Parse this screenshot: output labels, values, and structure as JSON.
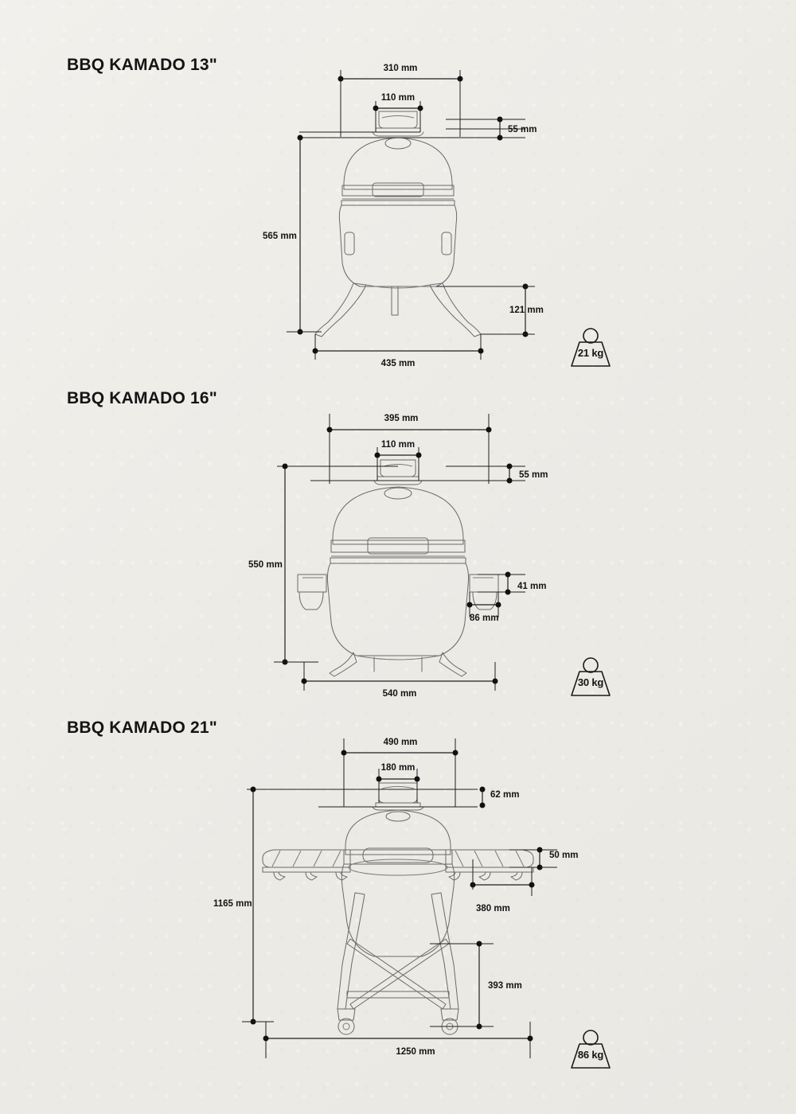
{
  "page": {
    "background_color": "#efede9",
    "line_color": "#2b2b2b",
    "drawing_color": "#5c5c5c"
  },
  "models": [
    {
      "id": "kamado-13",
      "title": "BBQ KAMADO 13\"",
      "weight": "21 kg",
      "dimensions": {
        "top_width": "310 mm",
        "vent_width": "110 mm",
        "vent_height": "55 mm",
        "total_height": "565 mm",
        "base_height": "121 mm",
        "base_width": "435 mm"
      }
    },
    {
      "id": "kamado-16",
      "title": "BBQ KAMADO 16\"",
      "weight": "30 kg",
      "dimensions": {
        "top_width": "395 mm",
        "vent_width": "110 mm",
        "vent_height": "55 mm",
        "total_height": "550 mm",
        "shelf_height": "41 mm",
        "shelf_depth": "86 mm",
        "base_width": "540 mm"
      }
    },
    {
      "id": "kamado-21",
      "title": "BBQ KAMADO 21\"",
      "weight": "86 kg",
      "dimensions": {
        "top_width": "490 mm",
        "vent_width": "180 mm",
        "vent_height": "62 mm",
        "shelf_height": "50 mm",
        "shelf_depth": "380 mm",
        "total_height": "1165 mm",
        "cart_height": "393 mm",
        "base_width": "1250 mm"
      }
    }
  ]
}
